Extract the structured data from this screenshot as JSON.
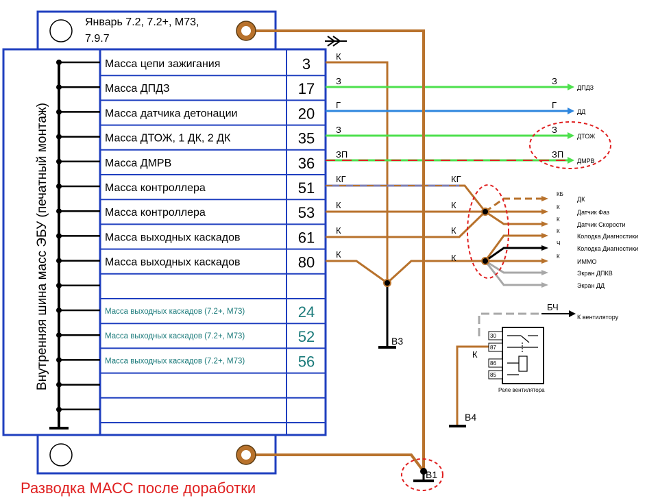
{
  "ecu": {
    "versions_line1": "Январь 7.2, 7.2+, М73,",
    "versions_line2": "7.9.7",
    "bus_label": "Внутренняя шина масс ЭБУ (печатный монтаж)"
  },
  "pins": [
    {
      "label": "Масса цепи зажигания",
      "pin": "3"
    },
    {
      "label": "Масса ДПДЗ",
      "pin": "17"
    },
    {
      "label": "Масса датчика детонации",
      "pin": "20"
    },
    {
      "label": "Масса ДТОЖ,  1 ДК, 2 ДК",
      "pin": "35"
    },
    {
      "label": "Масса ДМРВ",
      "pin": "36"
    },
    {
      "label": "Масса контроллера",
      "pin": "51"
    },
    {
      "label": "Масса контроллера",
      "pin": "53"
    },
    {
      "label": "Масса выходных каскадов",
      "pin": "61"
    },
    {
      "label": "Масса выходных каскадов",
      "pin": "80"
    }
  ],
  "pins_extra": [
    {
      "label": "Масса выходных каскадов (7.2+, М73)",
      "pin": "24"
    },
    {
      "label": "Масса выходных каскадов (7.2+, М73)",
      "pin": "52"
    },
    {
      "label": "Масса выходных каскадов (7.2+, М73)",
      "pin": "56"
    }
  ],
  "wires": {
    "w3": "К",
    "w17_src": "З",
    "w17_dst": "З",
    "d17": "ДПДЗ",
    "w20_src": "Г",
    "w20_dst": "Г",
    "d20": "ДД",
    "w35_src": "З",
    "w35_dst": "З",
    "d35": "ДТОЖ",
    "w36_src": "ЗП",
    "w36_dst": "ЗП",
    "d36": "ДМРВ",
    "w51_src": "КГ",
    "w51_mid": "КГ",
    "w53_src": "К",
    "w53_mid": "К",
    "w61_src": "К",
    "w61_mid": "К",
    "w80_src": "К",
    "w80_mid": "К"
  },
  "grounds": {
    "b1": "В1",
    "b3": "В3",
    "b4": "В4"
  },
  "destinations": [
    {
      "tag": "КБ",
      "name": "ДК"
    },
    {
      "tag": "К",
      "name": "Датчик Фаз"
    },
    {
      "tag": "К",
      "name": "Датчик Скорости"
    },
    {
      "tag": "К",
      "name": "Колодка Диагностики"
    },
    {
      "tag": "Ч",
      "name": "Колодка Диагностики"
    },
    {
      "tag": "К",
      "name": "ИММО"
    },
    {
      "tag": "",
      "name": "Экран ДПКВ"
    },
    {
      "tag": "",
      "name": "Экран ДД"
    }
  ],
  "relay": {
    "wire_bch": "БЧ",
    "fan_dest": "К вентилятору",
    "wire_k": "К",
    "pin30": "30",
    "pin87": "87",
    "pin86": "86",
    "pin85": "85",
    "name": "Реле вентилятора"
  },
  "caption": "Разводка МАСС после доработки",
  "colors": {
    "brown": "#b8722c",
    "green": "#4de04d",
    "blue": "#2e86de",
    "red": "#e02020",
    "frame": "#1f3fbf",
    "gray": "#a8a8a8",
    "teal": "#1a7a7a"
  }
}
